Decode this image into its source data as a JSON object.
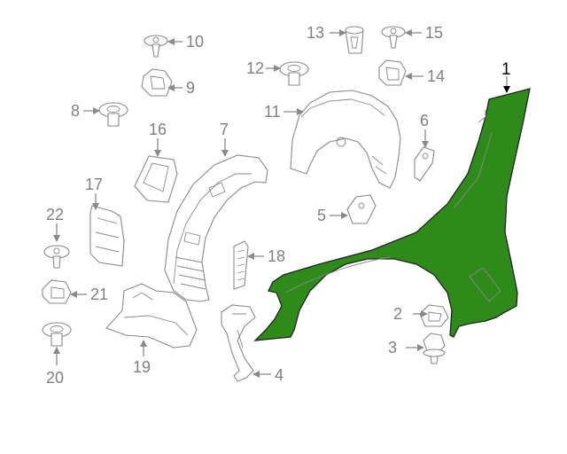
{
  "diagram": {
    "highlight_color": "#2e8b1a",
    "outline_color": "#8a8a8a",
    "callouts": [
      "1",
      "2",
      "3",
      "4",
      "5",
      "6",
      "7",
      "8",
      "9",
      "10",
      "11",
      "12",
      "13",
      "14",
      "15",
      "16",
      "17",
      "18",
      "19",
      "20",
      "21",
      "22"
    ],
    "parts": [
      {
        "ref": "1",
        "icon": "front-fender"
      },
      {
        "ref": "2",
        "icon": "clip-nut"
      },
      {
        "ref": "3",
        "icon": "flange-bolt"
      },
      {
        "ref": "4",
        "icon": "support-bracket"
      },
      {
        "ref": "5",
        "icon": "mounting-bracket"
      },
      {
        "ref": "6",
        "icon": "small-bracket"
      },
      {
        "ref": "7",
        "icon": "fender-liner"
      },
      {
        "ref": "8",
        "icon": "push-rivet"
      },
      {
        "ref": "9",
        "icon": "clip-nut"
      },
      {
        "ref": "10",
        "icon": "push-pin"
      },
      {
        "ref": "11",
        "icon": "rear-liner"
      },
      {
        "ref": "12",
        "icon": "push-rivet"
      },
      {
        "ref": "13",
        "icon": "grommet"
      },
      {
        "ref": "14",
        "icon": "clip-nut"
      },
      {
        "ref": "15",
        "icon": "push-pin"
      },
      {
        "ref": "16",
        "icon": "insulator"
      },
      {
        "ref": "17",
        "icon": "seal-panel"
      },
      {
        "ref": "18",
        "icon": "vent-grille"
      },
      {
        "ref": "19",
        "icon": "splash-shield"
      },
      {
        "ref": "20",
        "icon": "push-rivet"
      },
      {
        "ref": "21",
        "icon": "clip-nut"
      },
      {
        "ref": "22",
        "icon": "push-pin"
      }
    ]
  }
}
